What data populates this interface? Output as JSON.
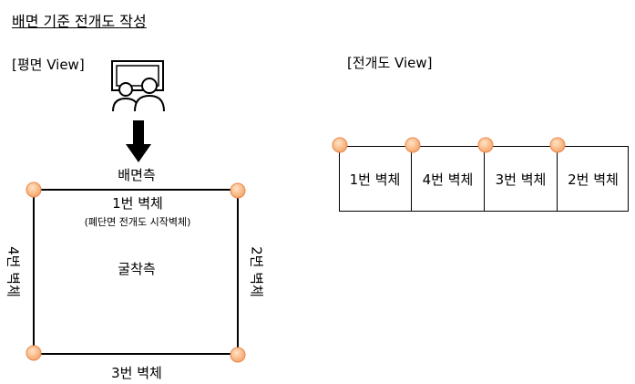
{
  "title": "배면 기준 전개도 작성",
  "plan": {
    "label": "[평면 View]",
    "back_side": "배면측",
    "wall1": "1번 벽체",
    "wall1_note": "(폐단면 전개도 시작벽체)",
    "wall2": "2번 벽체",
    "wall3": "3번 벽체",
    "wall4": "4번 벽체",
    "excavation_side": "굴착측"
  },
  "development": {
    "label": "[전개도 View]",
    "cells": [
      "1번 벽체",
      "4번 벽체",
      "3번 벽체",
      "2번 벽체"
    ]
  },
  "colors": {
    "node_fill": "#f8b784",
    "node_stroke": "#e9874a",
    "line": "#000000"
  },
  "icons": {
    "viewer": "person-viewing-screen-icon",
    "arrow": "down-arrow-icon"
  }
}
